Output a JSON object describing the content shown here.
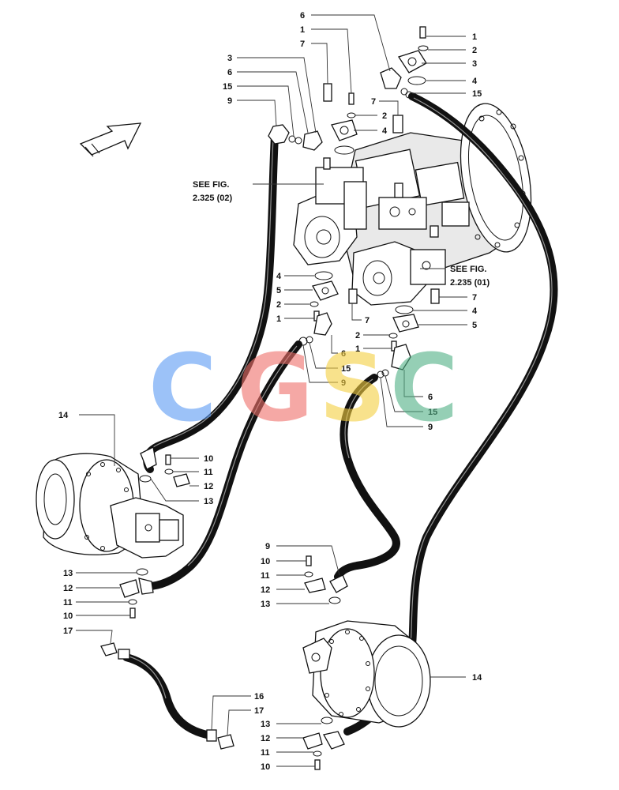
{
  "callouts": {
    "top": [
      {
        "id": "c6a",
        "text": "6"
      },
      {
        "id": "c1a",
        "text": "1"
      },
      {
        "id": "c7a",
        "text": "7"
      },
      {
        "id": "c3a",
        "text": "3"
      },
      {
        "id": "c6b",
        "text": "6"
      },
      {
        "id": "c15a",
        "text": "15"
      },
      {
        "id": "c9a",
        "text": "9"
      },
      {
        "id": "c1b",
        "text": "1"
      },
      {
        "id": "c2a",
        "text": "2"
      },
      {
        "id": "c3b",
        "text": "3"
      },
      {
        "id": "c4a",
        "text": "4"
      },
      {
        "id": "c15b",
        "text": "15"
      },
      {
        "id": "c7b",
        "text": "7"
      },
      {
        "id": "c2b",
        "text": "2"
      },
      {
        "id": "c4b",
        "text": "4"
      }
    ],
    "middle": [
      {
        "id": "m4a",
        "text": "4"
      },
      {
        "id": "m5a",
        "text": "5"
      },
      {
        "id": "m2a",
        "text": "2"
      },
      {
        "id": "m1a",
        "text": "1"
      },
      {
        "id": "m6a",
        "text": "6"
      },
      {
        "id": "m15a",
        "text": "15"
      },
      {
        "id": "m9a",
        "text": "9"
      },
      {
        "id": "m7a",
        "text": "7"
      },
      {
        "id": "m7b",
        "text": "7"
      },
      {
        "id": "m4b",
        "text": "4"
      },
      {
        "id": "m5b",
        "text": "5"
      },
      {
        "id": "m2b",
        "text": "2"
      },
      {
        "id": "m1b",
        "text": "1"
      },
      {
        "id": "m6b",
        "text": "6"
      },
      {
        "id": "m15b",
        "text": "15"
      },
      {
        "id": "m9b",
        "text": "9"
      }
    ],
    "left_motor": [
      {
        "id": "l14",
        "text": "14"
      },
      {
        "id": "l10a",
        "text": "10"
      },
      {
        "id": "l11a",
        "text": "11"
      },
      {
        "id": "l12a",
        "text": "12"
      },
      {
        "id": "l13a",
        "text": "13"
      },
      {
        "id": "l13b",
        "text": "13"
      },
      {
        "id": "l12b",
        "text": "12"
      },
      {
        "id": "l11b",
        "text": "11"
      },
      {
        "id": "l10b",
        "text": "10"
      },
      {
        "id": "l17",
        "text": "17"
      }
    ],
    "right_motor": [
      {
        "id": "r9",
        "text": "9"
      },
      {
        "id": "r10a",
        "text": "10"
      },
      {
        "id": "r11a",
        "text": "11"
      },
      {
        "id": "r12a",
        "text": "12"
      },
      {
        "id": "r13a",
        "text": "13"
      },
      {
        "id": "r14",
        "text": "14"
      },
      {
        "id": "r16",
        "text": "16"
      },
      {
        "id": "r17",
        "text": "17"
      },
      {
        "id": "r13b",
        "text": "13"
      },
      {
        "id": "r12b",
        "text": "12"
      },
      {
        "id": "r11b",
        "text": "11"
      },
      {
        "id": "r10b",
        "text": "10"
      }
    ]
  },
  "references": {
    "fig_a_line1": "SEE FIG.",
    "fig_a_line2": "2.325 (02)",
    "fig_b_line1": "SEE FIG.",
    "fig_b_line2": "2.235 (01)"
  },
  "watermark": {
    "letters": [
      "C",
      "G",
      "S",
      "C"
    ],
    "colors": [
      "#5b9bf5",
      "#f0706a",
      "#f5cf40",
      "#4fb084"
    ]
  },
  "colors": {
    "ink": "#111111",
    "background": "#ffffff"
  }
}
